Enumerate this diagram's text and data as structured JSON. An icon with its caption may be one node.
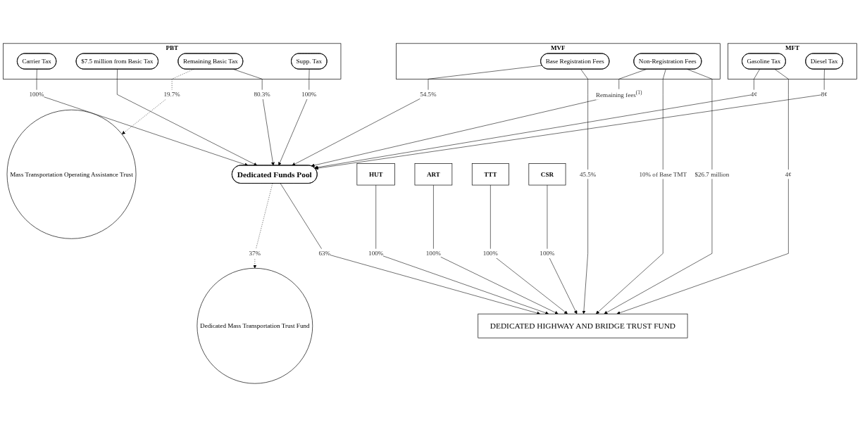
{
  "diagram": {
    "nodes": [
      {
        "text": [
          "PBT"
        ]
      },
      {
        "text": [
          "Carrier Tax"
        ],
        "in": 0
      },
      {
        "text": [
          "$7.5 million from Basic Tax"
        ],
        "in": 0
      },
      {
        "text": [
          "Remaining Basic Tax"
        ],
        "in": 0
      },
      {
        "text": [
          "Supp. Tax"
        ],
        "in": 0
      },
      {
        "text": [
          "Mass Transportation Operating Assistance Trust"
        ]
      },
      {
        "text": [
          "MFT"
        ]
      },
      {
        "text": [
          "Gasoline Tax"
        ],
        "in": 6
      },
      {
        "text": [
          "Diesel Tax"
        ],
        "in": 6
      },
      {
        "text": [
          "MVF"
        ]
      },
      {
        "text": [
          "Base Registration Fees"
        ],
        "in": 9
      },
      {
        "text": [
          "Non-Registration Fees"
        ],
        "in": 9
      },
      {
        "text": [
          "HUT"
        ]
      },
      {
        "text": [
          "ART"
        ]
      },
      {
        "text": [
          "TTT"
        ]
      },
      {
        "text": [
          "CSR"
        ]
      },
      {
        "text": [
          "Dedicated Funds Pool"
        ]
      },
      {
        "text": [
          "Dedicated Mass Transportation Trust Fund"
        ]
      },
      {
        "text": [
          "DEDICATED HIGHWAY AND BRIDGE TRUST FUND"
        ]
      }
    ],
    "edges": [
      {
        "from": 1,
        "to": 16,
        "arrow": "to",
        "label": "100%"
      },
      {
        "from": 2,
        "to": 16,
        "arrow": "to"
      },
      {
        "from": 3,
        "to": 5,
        "arrow": "to",
        "label": "19.7%",
        "style": "dashed"
      },
      {
        "from": 3,
        "to": 16,
        "arrow": "to",
        "label": "80.3%"
      },
      {
        "from": 4,
        "to": 16,
        "arrow": "to",
        "label": "100%"
      },
      {
        "from": 7,
        "to": 16,
        "arrow": "to",
        "label": "4¢"
      },
      {
        "from": 8,
        "to": 16,
        "arrow": "to",
        "label": "8¢"
      },
      {
        "from": 7,
        "to": 18,
        "arrow": "to",
        "label": "4¢"
      },
      {
        "from": 10,
        "to": 16,
        "arrow": "to",
        "label": "54.5%"
      },
      {
        "from": 11,
        "to": 16,
        "arrow": "to",
        "label": "Remaining fees$^{(1)}$"
      },
      {
        "from": 11,
        "to": 18,
        "arrow": "to",
        "label": "10% of Base TMT"
      },
      {
        "from": 11,
        "to": 18,
        "arrow": "to",
        "label": "$26.7 million"
      },
      {
        "from": 10,
        "to": 18,
        "arrow": "to",
        "label": "45.5%"
      },
      {
        "from": 12,
        "to": 18,
        "arrow": "to",
        "label": "100%"
      },
      {
        "from": 13,
        "to": 18,
        "arrow": "to",
        "label": "100%"
      },
      {
        "from": 14,
        "to": 18,
        "arrow": "to",
        "label": "100%"
      },
      {
        "from": 15,
        "to": 18,
        "arrow": "to",
        "label": "100%"
      },
      {
        "from": 16,
        "to": 17,
        "arrow": "to",
        "label": "37%",
        "style": "dashed"
      },
      {
        "from": 16,
        "to": 18,
        "arrow": "to",
        "label": "63%"
      }
    ]
  }
}
